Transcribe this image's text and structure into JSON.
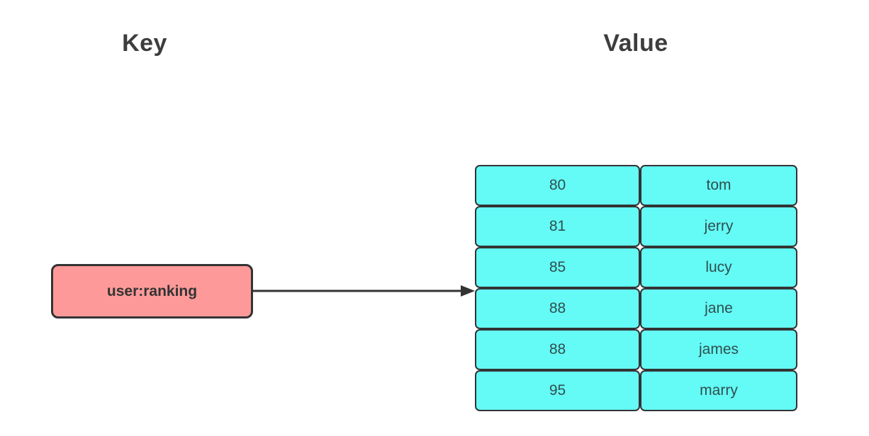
{
  "headings": {
    "key": "Key",
    "value": "Value"
  },
  "key_box": {
    "label": "user:ranking"
  },
  "value_table": {
    "rows": [
      {
        "score": "80",
        "member": "tom"
      },
      {
        "score": "81",
        "member": "jerry"
      },
      {
        "score": "85",
        "member": "lucy"
      },
      {
        "score": "88",
        "member": "jane"
      },
      {
        "score": "88",
        "member": "james"
      },
      {
        "score": "95",
        "member": "marry"
      }
    ]
  },
  "colors": {
    "key_fill": "#fd9a99",
    "value_fill": "#64faf5",
    "border": "#333333",
    "heading_text": "#3d3d3d",
    "cell_text": "#2f4f4f",
    "key_text": "#333333",
    "arrow": "#333333"
  }
}
